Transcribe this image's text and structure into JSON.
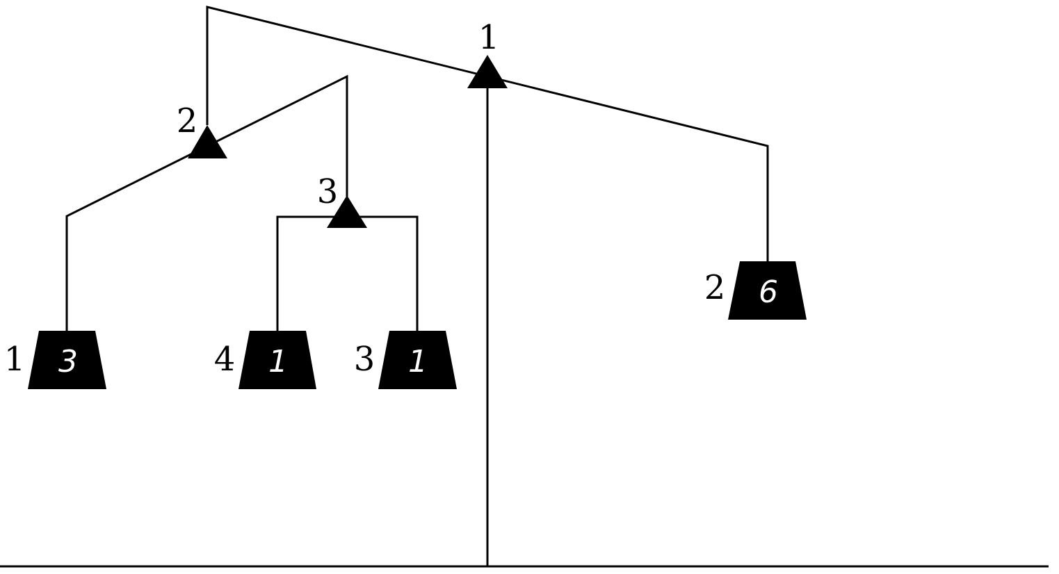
{
  "diagram": {
    "fulcrums": [
      {
        "id": "f1",
        "label": "1"
      },
      {
        "id": "f2",
        "label": "2"
      },
      {
        "id": "f3",
        "label": "3"
      }
    ],
    "weights": [
      {
        "id": "w1",
        "arm_label": "1",
        "value": "3"
      },
      {
        "id": "w2",
        "arm_label": "4",
        "value": "1"
      },
      {
        "id": "w3",
        "arm_label": "3",
        "value": "1"
      },
      {
        "id": "w4",
        "arm_label": "2",
        "value": "6"
      }
    ]
  }
}
